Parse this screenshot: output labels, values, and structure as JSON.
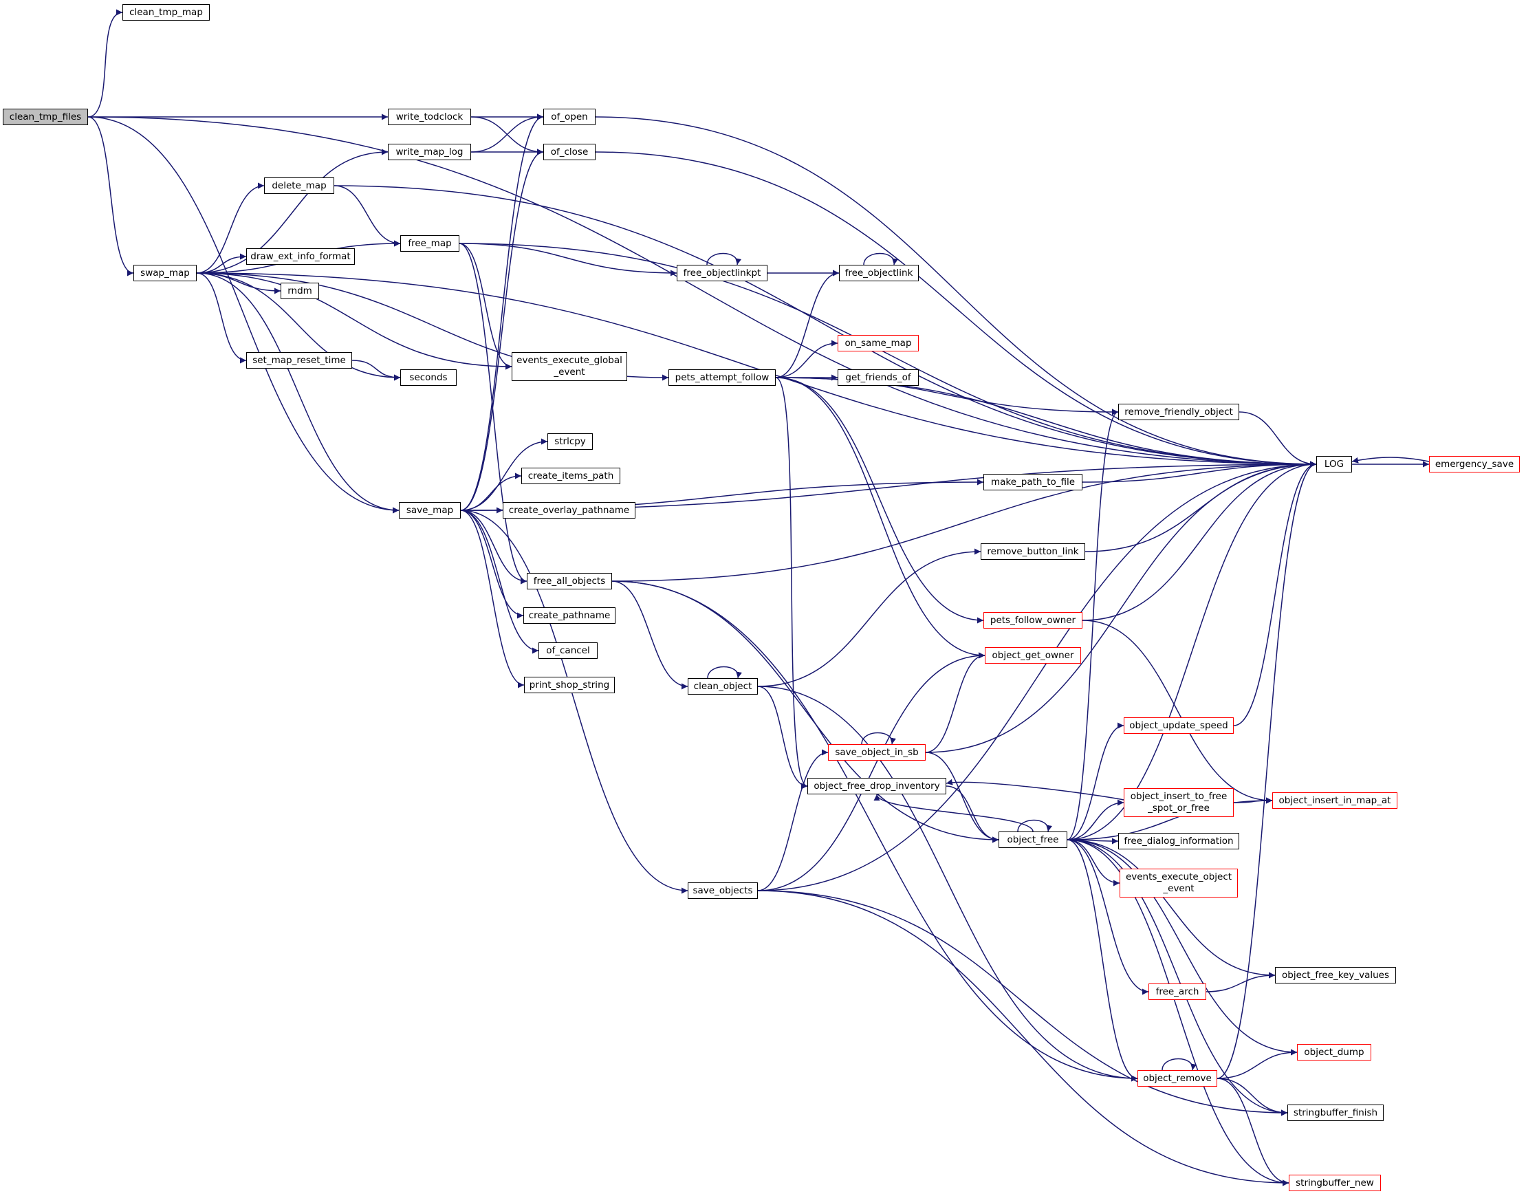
{
  "colors": {
    "edge": "#191970",
    "node_border": "#000000",
    "incomplete_border": "#ff0000",
    "root_fill": "#bfbfbf",
    "background": "#ffffff"
  },
  "nodes": {
    "clean_tmp_files": "clean_tmp_files",
    "clean_tmp_map": "clean_tmp_map",
    "swap_map": "swap_map",
    "write_todclock": "write_todclock",
    "write_map_log": "write_map_log",
    "of_open": "of_open",
    "of_close": "of_close",
    "delete_map": "delete_map",
    "free_map": "free_map",
    "draw_ext_info_format": "draw_ext_info_format",
    "rndm": "rndm",
    "set_map_reset_time": "set_map_reset_time",
    "seconds": "seconds",
    "events_execute_global_event": "events_execute_global\n_event",
    "save_map": "save_map",
    "strlcpy": "strlcpy",
    "create_items_path": "create_items_path",
    "create_overlay_pathname": "create_overlay_pathname",
    "free_all_objects": "free_all_objects",
    "create_pathname": "create_pathname",
    "of_cancel": "of_cancel",
    "print_shop_string": "print_shop_string",
    "save_objects": "save_objects",
    "free_objectlinkpt": "free_objectlinkpt",
    "free_objectlink": "free_objectlink",
    "pets_attempt_follow": "pets_attempt_follow",
    "on_same_map": "on_same_map",
    "get_friends_of": "get_friends_of",
    "remove_friendly_object": "remove_friendly_object",
    "make_path_to_file": "make_path_to_file",
    "remove_button_link": "remove_button_link",
    "pets_follow_owner": "pets_follow_owner",
    "object_get_owner": "object_get_owner",
    "clean_object": "clean_object",
    "save_object_in_sb": "save_object_in_sb",
    "object_update_speed": "object_update_speed",
    "object_free_drop_inventory": "object_free_drop_inventory",
    "object_insert_to_free_spot_or_free": "object_insert_to_free\n_spot_or_free",
    "object_insert_in_map_at": "object_insert_in_map_at",
    "object_free": "object_free",
    "free_dialog_information": "free_dialog_information",
    "events_execute_object_event": "events_execute_object\n_event",
    "object_free_key_values": "object_free_key_values",
    "free_arch": "free_arch",
    "object_dump": "object_dump",
    "object_remove": "object_remove",
    "stringbuffer_finish": "stringbuffer_finish",
    "stringbuffer_new": "stringbuffer_new",
    "LOG": "LOG",
    "emergency_save": "emergency_save"
  }
}
